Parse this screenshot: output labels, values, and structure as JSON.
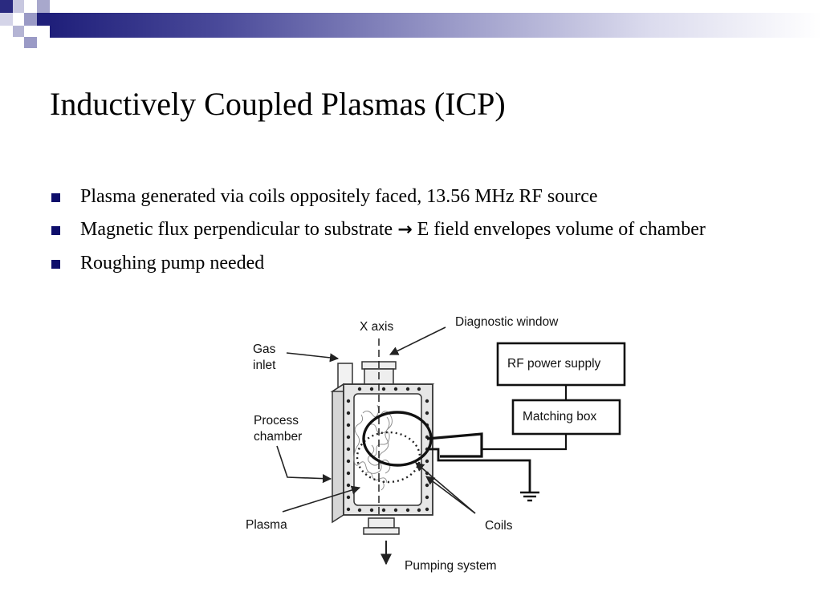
{
  "title": "Inductively Coupled Plasmas (ICP)",
  "bullets": [
    {
      "text": "Plasma generated via coils oppositely faced, 13.56 MHz RF source"
    },
    {
      "text_before": "Magnetic flux perpendicular to substrate ",
      "arrow": "→",
      "text_after": " E field envelopes volume of chamber"
    },
    {
      "text": "Roughing pump needed"
    }
  ],
  "diagram": {
    "x_axis": "X axis",
    "diagnostic_window": "Diagnostic window",
    "gas_inlet_line1": "Gas",
    "gas_inlet_line2": "inlet",
    "process_chamber_line1": "Process",
    "process_chamber_line2": "chamber",
    "plasma": "Plasma",
    "coils": "Coils",
    "rf_power_supply": "RF power supply",
    "matching_box": "Matching box",
    "pumping_system": "Pumping system"
  },
  "colors": {
    "bullet": "#0d0d6b",
    "header_dark": "#1f1f7a",
    "header_light": "#dcdcee"
  }
}
